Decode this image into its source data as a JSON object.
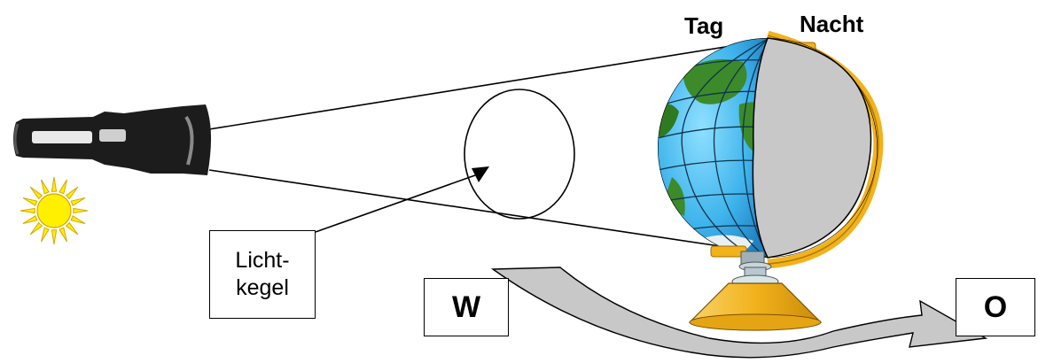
{
  "labels": {
    "day": "Tag",
    "night": "Nacht",
    "light_cone_line1": "Licht-",
    "light_cone_line2": "kegel",
    "west": "W",
    "east": "O"
  },
  "colors": {
    "ocean": "#3fb4ec",
    "land": "#3c8a2a",
    "night_side": "#c8c8c8",
    "stand_gold": "#f2b21c",
    "sun": "#fff000",
    "arrow_fill": "#c8c8c8"
  },
  "icons": [
    "flashlight-icon",
    "sun-icon",
    "globe-icon"
  ]
}
